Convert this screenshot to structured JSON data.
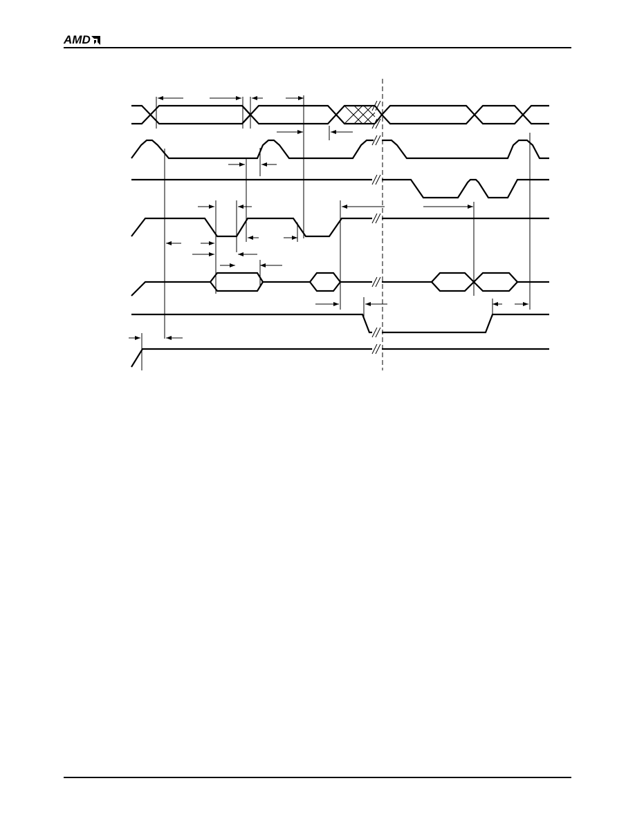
{
  "header": {
    "logo_text": "AMD",
    "logo_icon": "amd-arrow-logo-icon"
  },
  "diagram": {
    "signals": [
      {
        "id": "bus-data-1",
        "kind": "bus"
      },
      {
        "id": "clock-1",
        "kind": "digital"
      },
      {
        "id": "signal-3",
        "kind": "digital"
      },
      {
        "id": "signal-4",
        "kind": "digital"
      },
      {
        "id": "bus-data-2",
        "kind": "bus"
      },
      {
        "id": "signal-6",
        "kind": "digital"
      },
      {
        "id": "signal-7",
        "kind": "digital"
      }
    ],
    "break_marker": "//"
  }
}
